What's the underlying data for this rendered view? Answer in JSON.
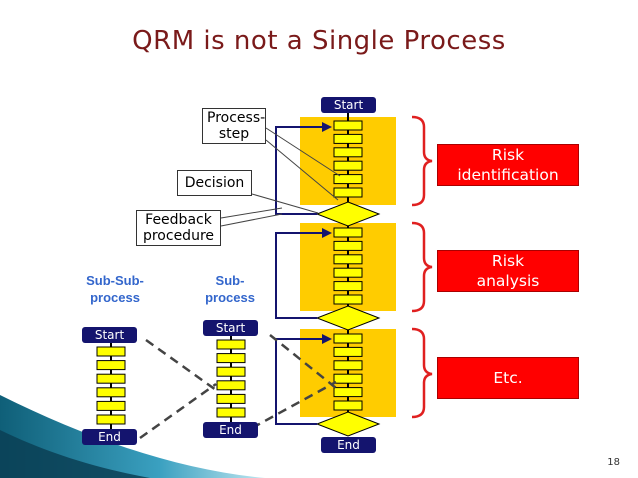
{
  "title": "QRM is not a Single Process",
  "callouts": {
    "process_step": "Process-\nstep",
    "decision": "Decision",
    "feedback": "Feedback\nprocedure"
  },
  "labels": {
    "start": "Start",
    "end": "End",
    "sub_sub_process": "Sub-Sub-\nprocess",
    "sub_process": "Sub-\nprocess"
  },
  "phases": [
    {
      "label": "Risk\nidentification"
    },
    {
      "label": "Risk\nanalysis"
    },
    {
      "label": "Etc."
    }
  ],
  "page_number": "18",
  "colors": {
    "title": "#7a1a1a",
    "band": "#ffcc00",
    "step": "#ffff00",
    "decision": "#ffff00",
    "start_end": "#14146e",
    "arrow": "#14146e",
    "brace": "#e02020",
    "phase_box": "#ff0000",
    "sub_label": "#3366cc"
  }
}
